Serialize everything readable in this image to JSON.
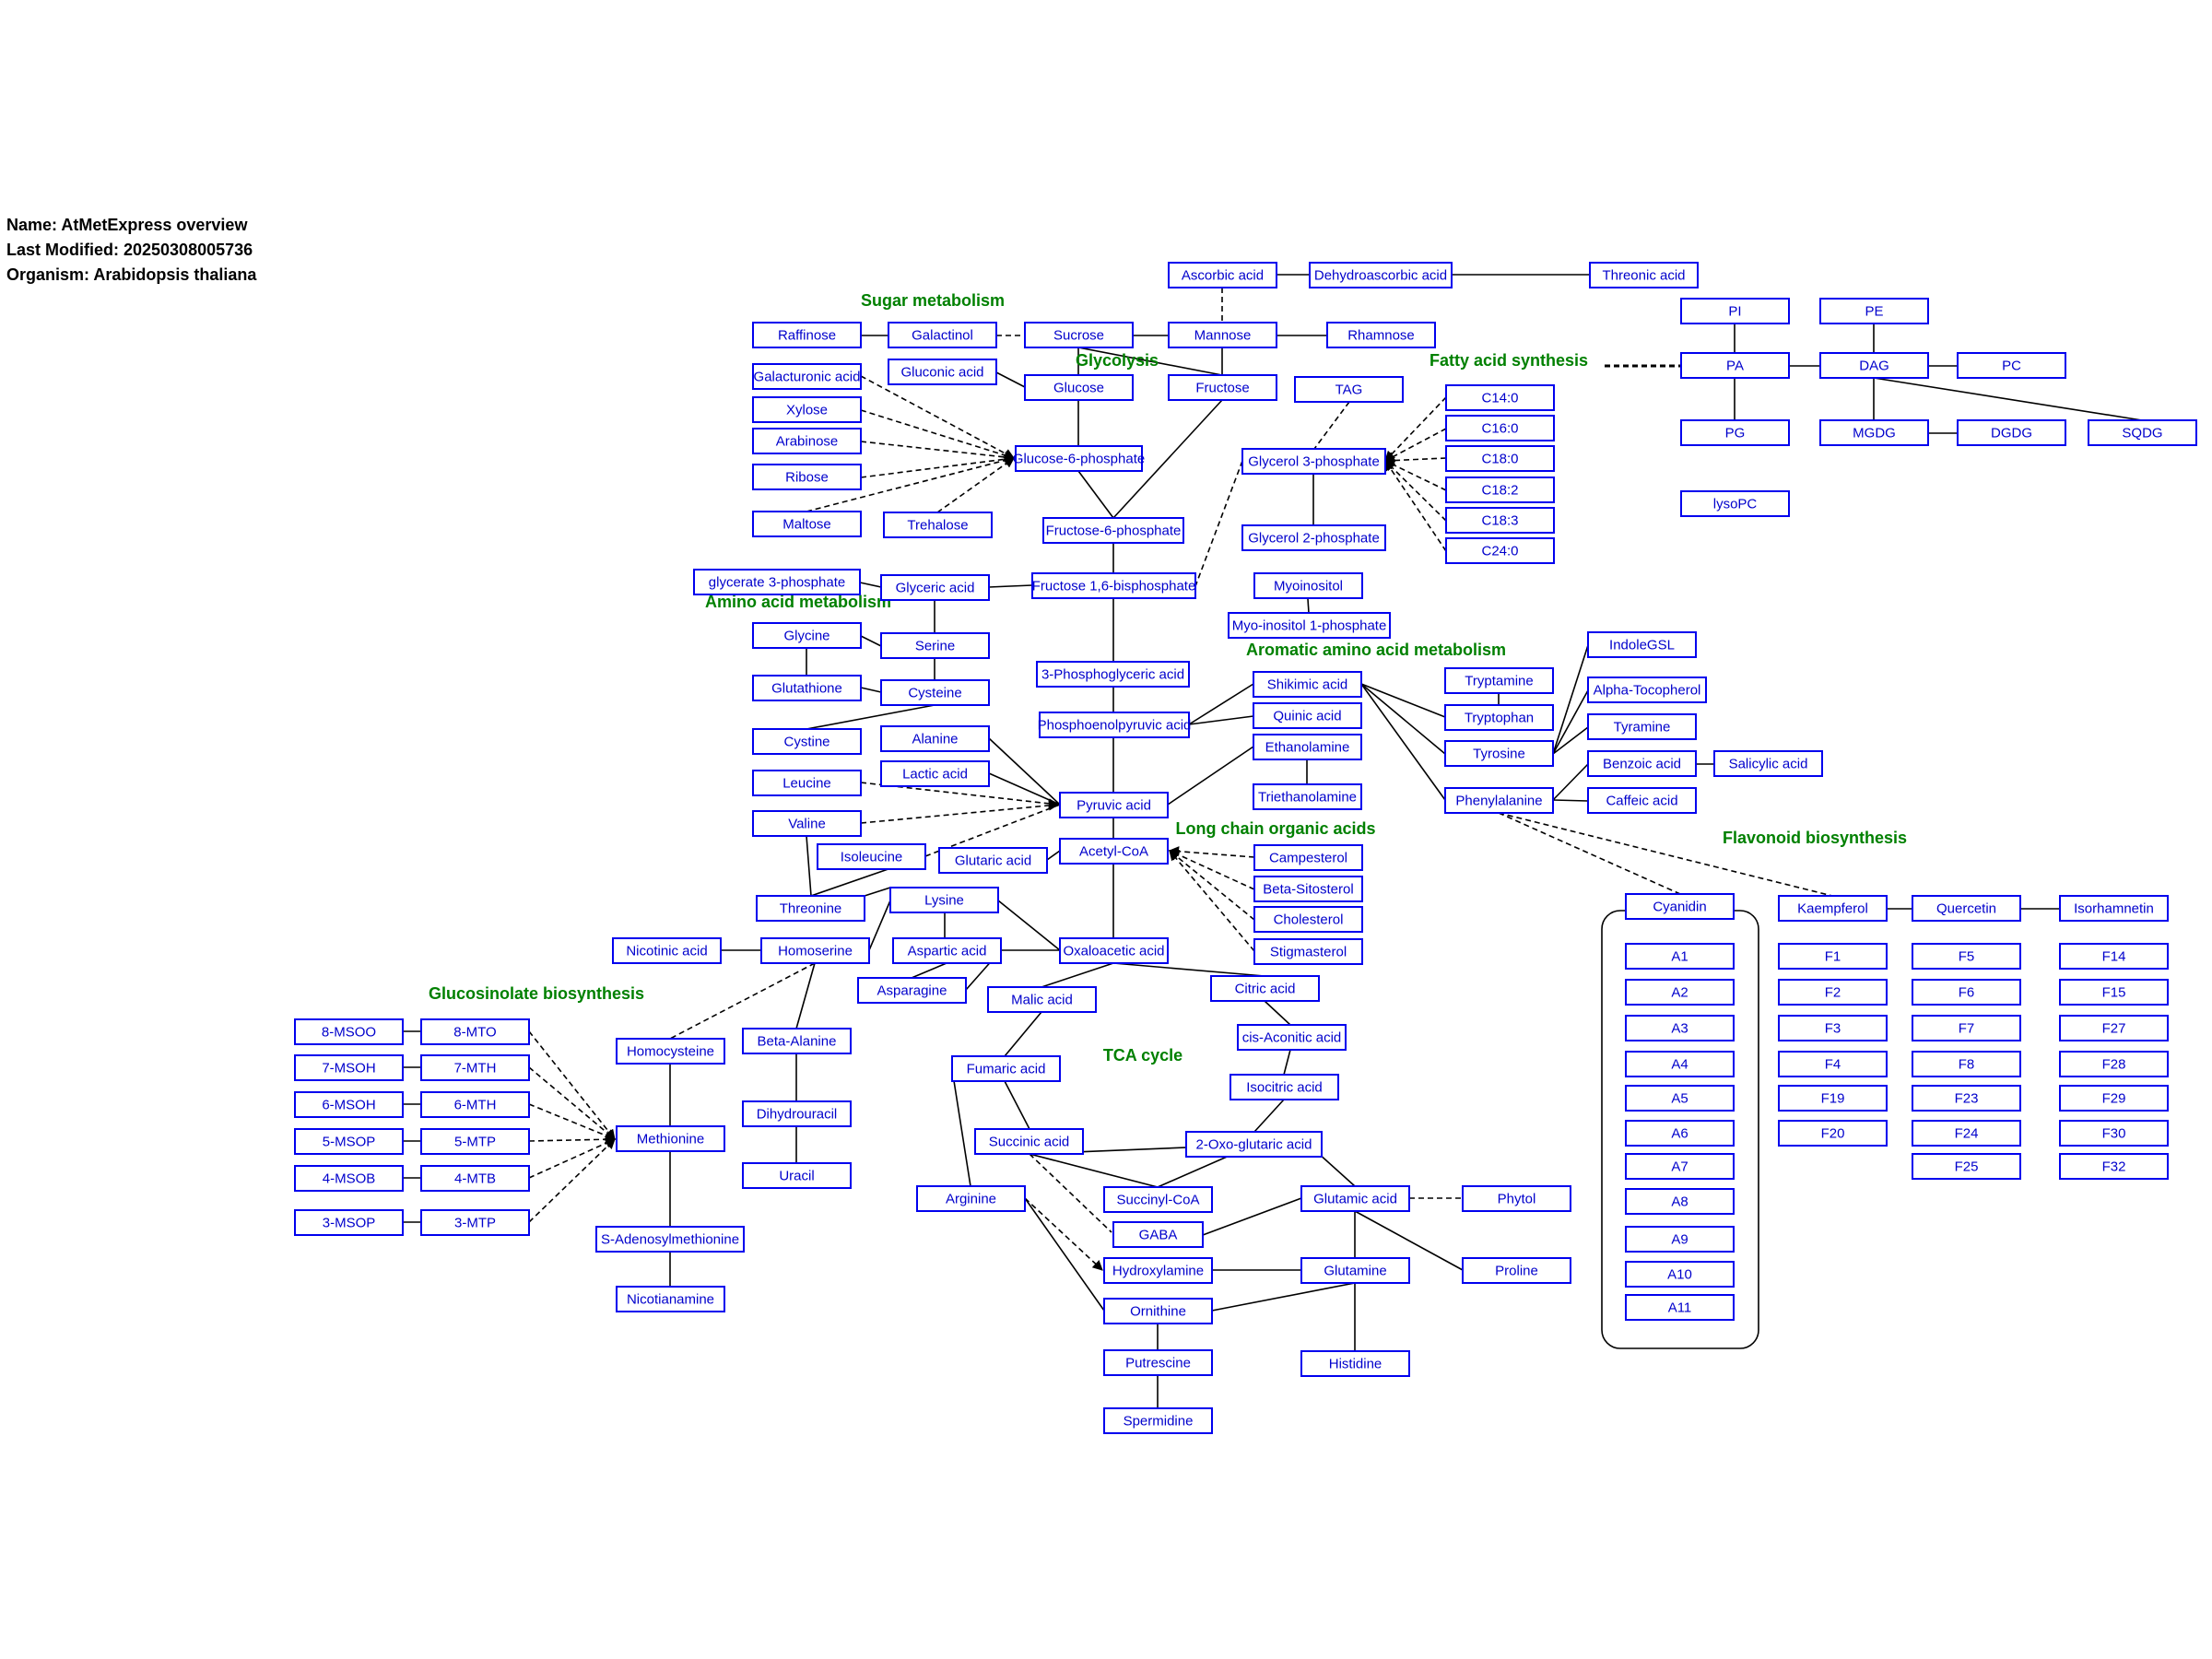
{
  "info": {
    "name": "Name: AtMetExpress overview",
    "modified": "Last Modified: 20250308005736",
    "organism": "Organism: Arabidopsis thaliana"
  },
  "colors": {
    "node_border": "#0000ee",
    "node_text": "#0000cc",
    "section_label": "#008000",
    "edge": "#000000"
  },
  "sections": {
    "sugar": "Sugar metabolism",
    "glycolysis": "Glycolysis",
    "fatty": "Fatty acid synthesis",
    "amino": "Amino acid metabolism",
    "aromatic": "Aromatic amino acid metabolism",
    "longchain": "Long chain organic acids",
    "flavonoid": "Flavonoid biosynthesis",
    "glucosinolate": "Glucosinolate biosynthesis",
    "tca": "TCA cycle"
  },
  "nodes": {
    "ascorbic": "Ascorbic acid",
    "dehydroascorbic": "Dehydroascorbic acid",
    "threonic": "Threonic acid",
    "pi": "PI",
    "pe": "PE",
    "pa": "PA",
    "dag": "DAG",
    "pc": "PC",
    "pg": "PG",
    "mgdg": "MGDG",
    "dgdg": "DGDG",
    "sqdg": "SQDG",
    "lysopc": "lysoPC",
    "raffinose": "Raffinose",
    "galactinol": "Galactinol",
    "sucrose": "Sucrose",
    "mannose": "Mannose",
    "rhamnose": "Rhamnose",
    "galacturonic": "Galacturonic acid",
    "gluconic": "Gluconic acid",
    "glucose": "Glucose",
    "fructose": "Fructose",
    "tag": "TAG",
    "c140": "C14:0",
    "c160": "C16:0",
    "c180": "C18:0",
    "c182": "C18:2",
    "c183": "C18:3",
    "c240": "C24:0",
    "xylose": "Xylose",
    "arabinose": "Arabinose",
    "ribose": "Ribose",
    "maltose": "Maltose",
    "trehalose": "Trehalose",
    "g6p": "Glucose-6-phosphate",
    "f6p": "Fructose-6-phosphate",
    "glycerol3p": "Glycerol 3-phosphate",
    "glycerol2p": "Glycerol 2-phosphate",
    "glycerate3p": "glycerate 3-phosphate",
    "glyceric": "Glyceric acid",
    "fbp": "Fructose 1,6-bisphosphate",
    "myoinositol": "Myoinositol",
    "myoinositol1p": "Myo-inositol 1-phosphate",
    "glycine": "Glycine",
    "serine": "Serine",
    "glutathione": "Glutathione",
    "cysteine": "Cysteine",
    "cystine": "Cystine",
    "pga3": "3-Phosphoglyceric acid",
    "pep": "Phosphoenolpyruvic acid",
    "shikimic": "Shikimic acid",
    "quinic": "Quinic acid",
    "ethanolamine": "Ethanolamine",
    "triethanolamine": "Triethanolamine",
    "tryptamine": "Tryptamine",
    "tryptophan": "Tryptophan",
    "tyrosine": "Tyrosine",
    "phenylalanine": "Phenylalanine",
    "indolegsl": "IndoleGSL",
    "tocopherol": "Alpha-Tocopherol",
    "tyramine": "Tyramine",
    "benzoic": "Benzoic acid",
    "salicylic": "Salicylic acid",
    "caffeic": "Caffeic acid",
    "alanine": "Alanine",
    "lactic": "Lactic acid",
    "leucine": "Leucine",
    "valine": "Valine",
    "pyruvic": "Pyruvic acid",
    "isoleucine": "Isoleucine",
    "glutaric": "Glutaric acid",
    "acetylcoa": "Acetyl-CoA",
    "campesterol": "Campesterol",
    "sitosterol": "Beta-Sitosterol",
    "cholesterol": "Cholesterol",
    "stigmasterol": "Stigmasterol",
    "threonine": "Threonine",
    "lysine": "Lysine",
    "nicotinic": "Nicotinic acid",
    "homoserine": "Homoserine",
    "aspartic": "Aspartic acid",
    "oxaloacetic": "Oxaloacetic acid",
    "asparagine": "Asparagine",
    "malic": "Malic acid",
    "citric": "Citric acid",
    "cyanidin": "Cyanidin",
    "kaempferol": "Kaempferol",
    "quercetin": "Quercetin",
    "isorhamnetin": "Isorhamnetin",
    "msoo8": "8-MSOO",
    "mto8": "8-MTO",
    "msoh7": "7-MSOH",
    "mth7": "7-MTH",
    "msoh6": "6-MSOH",
    "mth6": "6-MTH",
    "msop5": "5-MSOP",
    "mtp5": "5-MTP",
    "msob4": "4-MSOB",
    "mtb4": "4-MTB",
    "msop3": "3-MSOP",
    "mtp3": "3-MTP",
    "homocysteine": "Homocysteine",
    "betaalanine": "Beta-Alanine",
    "cisaconitic": "cis-Aconitic acid",
    "fumaric": "Fumaric acid",
    "dihydrouracil": "Dihydrouracil",
    "isocitric": "Isocitric acid",
    "methionine": "Methionine",
    "succinic": "Succinic acid",
    "oxoglutaric": "2-Oxo-glutaric acid",
    "uracil": "Uracil",
    "arginine": "Arginine",
    "succinylcoa": "Succinyl-CoA",
    "glutamic": "Glutamic acid",
    "phytol": "Phytol",
    "gaba": "GABA",
    "sam": "S-Adenosylmethionine",
    "hydroxylamine": "Hydroxylamine",
    "glutamine": "Glutamine",
    "proline": "Proline",
    "nicotianamine": "Nicotianamine",
    "ornithine": "Ornithine",
    "putrescine": "Putrescine",
    "histidine": "Histidine",
    "spermidine": "Spermidine",
    "a1": "A1",
    "a2": "A2",
    "a3": "A3",
    "a4": "A4",
    "a5": "A5",
    "a6": "A6",
    "a7": "A7",
    "a8": "A8",
    "a9": "A9",
    "a10": "A10",
    "a11": "A11",
    "f1": "F1",
    "f2": "F2",
    "f3": "F3",
    "f4": "F4",
    "f19": "F19",
    "f20": "F20",
    "f5": "F5",
    "f6": "F6",
    "f7": "F7",
    "f8": "F8",
    "f23": "F23",
    "f24": "F24",
    "f25": "F25",
    "f14": "F14",
    "f15": "F15",
    "f27": "F27",
    "f28": "F28",
    "f29": "F29",
    "f30": "F30",
    "f32": "F32"
  }
}
